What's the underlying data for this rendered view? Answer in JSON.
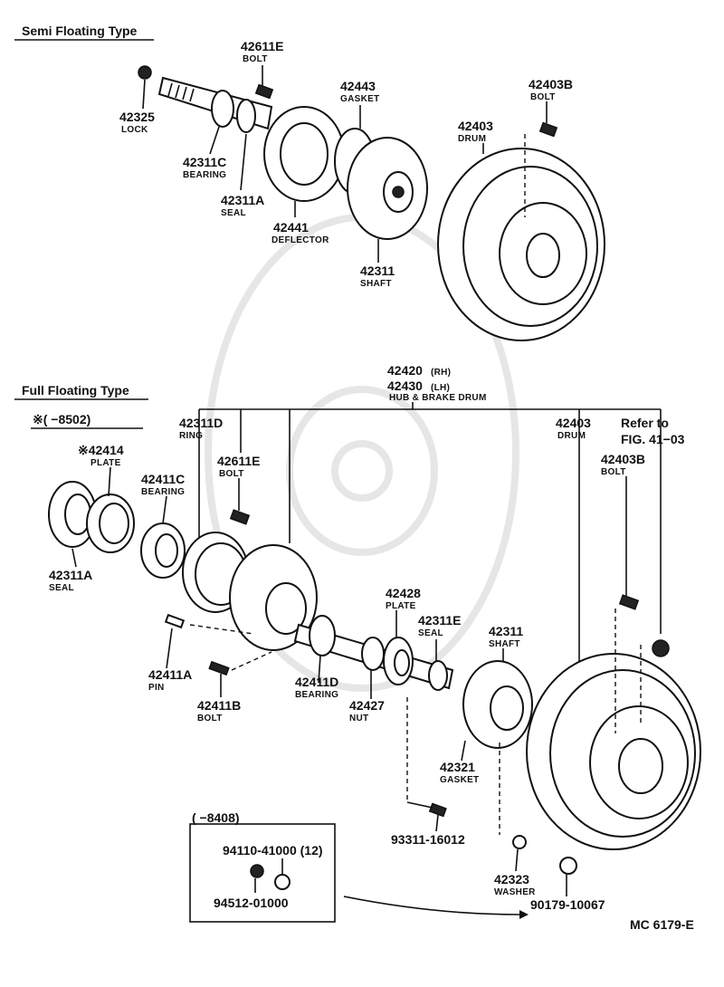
{
  "sections": {
    "semi_floating_title": "Semi Floating Type",
    "full_floating_title": "Full Floating Type",
    "full_floating_note": "※(    −8502)"
  },
  "semi": {
    "lock": {
      "pn": "42325",
      "name": "LOCK"
    },
    "bolt": {
      "pn": "42611E",
      "name": "BOLT"
    },
    "bearing": {
      "pn": "42311C",
      "name": "BEARING"
    },
    "seal": {
      "pn": "42311A",
      "name": "SEAL"
    },
    "gasket": {
      "pn": "42443",
      "name": "GASKET"
    },
    "deflector": {
      "pn": "42441",
      "name": "DEFLECTOR"
    },
    "shaft": {
      "pn": "42311",
      "name": "SHAFT"
    },
    "drum": {
      "pn": "42403",
      "name": "DRUM"
    },
    "drum_bolt": {
      "pn": "42403B",
      "name": "BOLT"
    }
  },
  "full": {
    "hub_rh": {
      "pn": "42420",
      "side": "(RH)"
    },
    "hub_lh": {
      "pn": "42430",
      "side": "(LH)"
    },
    "hub_name": "HUB & BRAKE DRUM",
    "ring": {
      "pn": "42311D",
      "name": "RING"
    },
    "plate_top": {
      "pn": "※42414",
      "name": "PLATE"
    },
    "bearing_c": {
      "pn": "42411C",
      "name": "BEARING"
    },
    "bolt_e": {
      "pn": "42611E",
      "name": "BOLT"
    },
    "seal_a": {
      "pn": "42311A",
      "name": "SEAL"
    },
    "pin": {
      "pn": "42411A",
      "name": "PIN"
    },
    "bolt_b": {
      "pn": "42411B",
      "name": "BOLT"
    },
    "bearing_d": {
      "pn": "42411D",
      "name": "BEARING"
    },
    "plate": {
      "pn": "42428",
      "name": "PLATE"
    },
    "seal_e": {
      "pn": "42311E",
      "name": "SEAL"
    },
    "shaft": {
      "pn": "42311",
      "name": "SHAFT"
    },
    "nut": {
      "pn": "42427",
      "name": "NUT"
    },
    "gasket": {
      "pn": "42321",
      "name": "GASKET"
    },
    "drum": {
      "pn": "42403",
      "name": "DRUM"
    },
    "refer": {
      "line1": "Refer to",
      "line2": "FIG. 41−03"
    },
    "drum_bolt": {
      "pn": "42403B",
      "name": "BOLT"
    },
    "washer": {
      "pn": "42323",
      "name": "WASHER"
    },
    "nut_bottom": {
      "pn": "90179-10067"
    },
    "bolt_bottom": {
      "pn": "93311-16012"
    },
    "inset_title": "(        −8408)",
    "inset_pn1": "94110-41000 (12)",
    "inset_pn2": "94512-01000"
  },
  "footer": {
    "code": "MC 6179-E"
  }
}
